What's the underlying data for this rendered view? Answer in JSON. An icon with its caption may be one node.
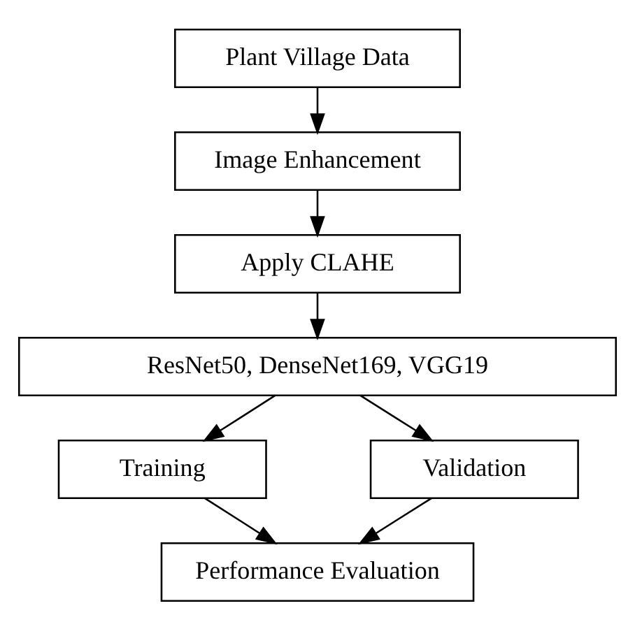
{
  "diagram": {
    "nodes": [
      {
        "text": [
          "Plant Village Data"
        ]
      },
      {
        "text": [
          "Image Enhancement"
        ]
      },
      {
        "text": [
          "Apply CLAHE"
        ]
      },
      {
        "text": [
          "ResNet50, DenseNet169, VGG19"
        ]
      },
      {
        "text": [
          "Training"
        ]
      },
      {
        "text": [
          "Validation"
        ]
      },
      {
        "text": [
          "Performance Evaluation"
        ]
      }
    ],
    "edges": [
      {
        "from": 0,
        "to": 1,
        "arrow": "to"
      },
      {
        "from": 1,
        "to": 2,
        "arrow": "to"
      },
      {
        "from": 2,
        "to": 3,
        "arrow": "to"
      },
      {
        "from": 3,
        "to": 4,
        "arrow": "to"
      },
      {
        "from": 3,
        "to": 5,
        "arrow": "to"
      },
      {
        "from": 4,
        "to": 6,
        "arrow": "to"
      },
      {
        "from": 5,
        "to": 6,
        "arrow": "to"
      }
    ]
  }
}
